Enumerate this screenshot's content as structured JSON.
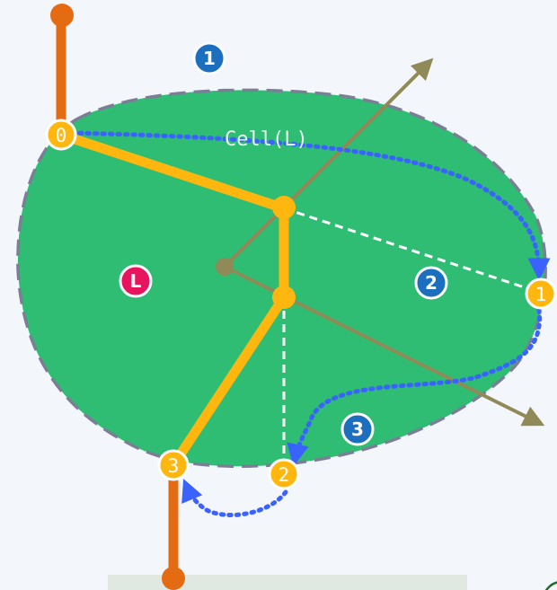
{
  "diagram": {
    "cell_label": "Cell(L)",
    "site_label": "L",
    "region_markers": [
      {
        "id": "r1",
        "label": "1"
      },
      {
        "id": "r2",
        "label": "2"
      },
      {
        "id": "r3",
        "label": "3"
      }
    ],
    "intersection_points": [
      {
        "id": "p0",
        "label": "0"
      },
      {
        "id": "p1",
        "label": "1"
      },
      {
        "id": "p2",
        "label": "2"
      },
      {
        "id": "p3",
        "label": "3"
      }
    ],
    "colors": {
      "cell_fill": "#2ebd72",
      "cell_border": "#7b7f95",
      "yellow_path": "#ffb70f",
      "orange_path": "#e56b12",
      "brown_arrows": "#8f8a57",
      "blue_dotted": "#3a62ff",
      "blue_marker": "#1c6fbf",
      "site_marker": "#e8145e",
      "white_dashed": "#ffffff"
    }
  }
}
